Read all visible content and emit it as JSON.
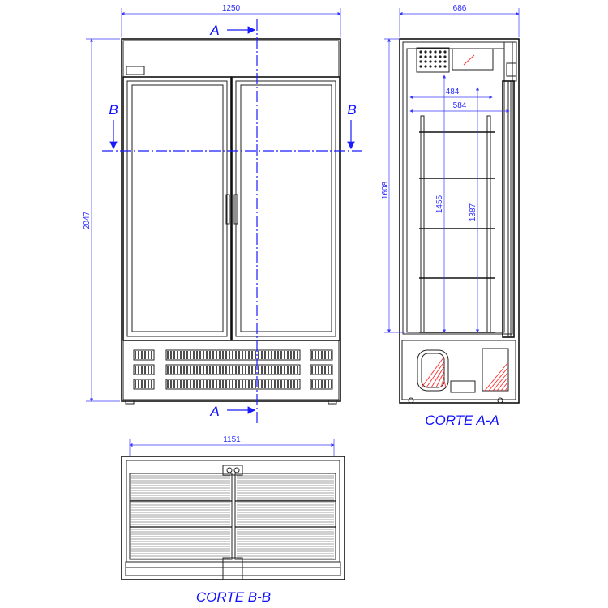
{
  "colors": {
    "dimension": "#3a3aff",
    "section_line": "#1a1aff",
    "hatch": "#ff2a2a",
    "outline": "#222222"
  },
  "front_view": {
    "width_dim": "1250",
    "height_dim": "2047",
    "section_a_top": "A",
    "section_a_bottom": "A",
    "section_b_left": "B",
    "section_b_right": "B"
  },
  "side_view": {
    "depth_dim": "686",
    "height_dim": "1608",
    "inner_depth_dim": "484",
    "shelf_depth_dim": "584",
    "dim_1455": "1455",
    "dim_1387": "1387",
    "title": "CORTE A-A"
  },
  "top_view": {
    "width_dim": "1151",
    "title": "CORTE B-B"
  }
}
